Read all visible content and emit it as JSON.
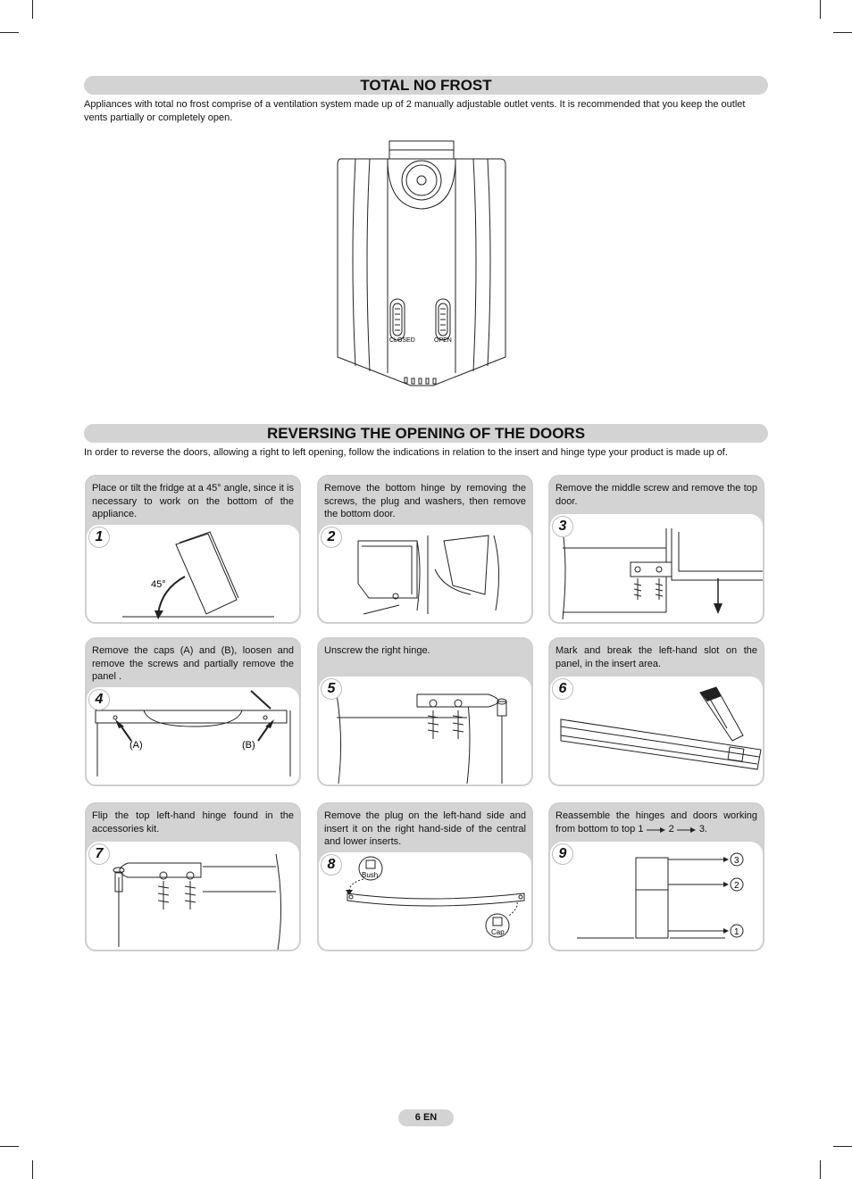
{
  "section1": {
    "title": "TOTAL NO FROST",
    "intro": "Appliances with total no frost comprise of a ventilation system made up of 2 manually adjustable outlet vents. It is recommended that you keep the outlet vents partially or completely open.",
    "vent_closed_label": "CLOSED",
    "vent_open_label": "OPEN"
  },
  "section2": {
    "title": "REVERSING THE OPENING OF THE DOORS",
    "intro": "In order to reverse the doors, allowing a right to left opening, follow the indications in relation to the insert and hinge type your product is made up of."
  },
  "steps": [
    {
      "number": "1",
      "text": "Place or tilt the fridge at a 45° angle, since it is necessary to work on the bottom of the appliance.",
      "angle_label": "45°"
    },
    {
      "number": "2",
      "text": "Remove the bottom hinge by removing the screws, the plug and washers, then remove the bottom door."
    },
    {
      "number": "3",
      "text": "Remove the middle screw and remove the top door."
    },
    {
      "number": "4",
      "text": "Remove the caps (A) and (B), loosen and remove the screws and partially remove the panel .",
      "label_a": "(A)",
      "label_b": "(B)"
    },
    {
      "number": "5",
      "text": "Unscrew the right hinge."
    },
    {
      "number": "6",
      "text": "Mark and break the left-hand slot on the panel, in the insert area."
    },
    {
      "number": "7",
      "text": "Flip the top left-hand hinge found in the accessories kit."
    },
    {
      "number": "8",
      "text": "Remove the plug on the left-hand side and insert it on the right hand-side of the central and lower inserts.",
      "bush_label": "Bush",
      "cap_label": "Cap"
    },
    {
      "number": "9",
      "text_pre": "Reassemble the hinges and doors working from bottom to top 1",
      "seq_2": "2",
      "seq_3": "3.",
      "marker_3": "3",
      "marker_2": "2",
      "marker_1": "1"
    }
  ],
  "footer": {
    "page": "6 EN"
  }
}
